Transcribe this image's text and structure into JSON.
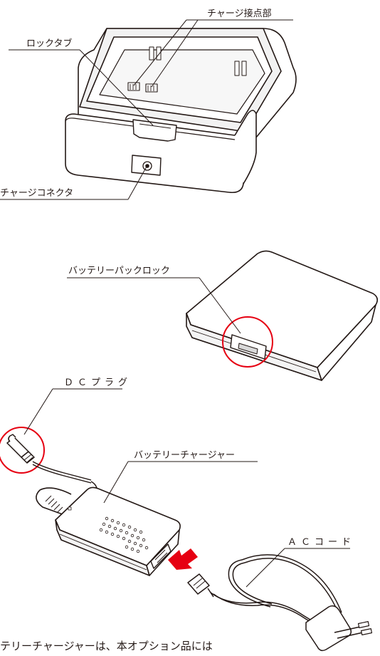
{
  "labels": {
    "charge_contacts": "チャージ接点部",
    "lock_tab": "ロックタブ",
    "charge_connector": "チャージコネクタ",
    "battery_pack_lock": "バッテリーパックロック",
    "dc_plug": "ＤＣプラグ",
    "battery_charger": "バッテリーチャージャー",
    "ac_cord": "ＡＣコード"
  },
  "footer_note": "テリーチャージャーは、本オプション品には",
  "colors": {
    "line": "#231815",
    "highlight_circle": "#e60012",
    "arrow": "#e60012",
    "body_fill": "#ffffff",
    "shade": "#d9d9d9"
  }
}
